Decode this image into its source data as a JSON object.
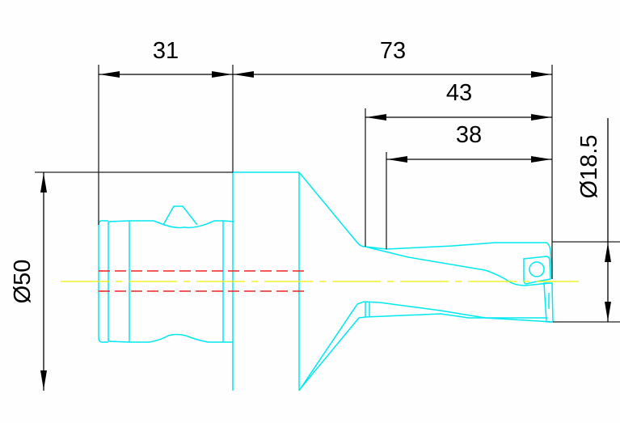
{
  "drawing": {
    "title": "Indexable drill side view",
    "colors": {
      "background": "#fefefe",
      "part_outline": "#00e8f0",
      "centerline": "#f0f000",
      "hidden_line": "#ee2222",
      "dimension": "#000000"
    },
    "dimensions": {
      "shank_length": {
        "label": "31",
        "value": 31,
        "unit": "mm"
      },
      "overall_projection": {
        "label": "73",
        "value": 73,
        "unit": "mm"
      },
      "body_length": {
        "label": "43",
        "value": 43,
        "unit": "mm"
      },
      "flute_length": {
        "label": "38",
        "value": 38,
        "unit": "mm"
      },
      "flange_diameter": {
        "label": "Ø50",
        "value": 50,
        "unit": "mm"
      },
      "drill_diameter": {
        "label": "Ø18.5",
        "value": 18.5,
        "unit": "mm"
      }
    },
    "icons": [
      "centerline",
      "hidden-coolant-bore",
      "insert-screw"
    ]
  }
}
